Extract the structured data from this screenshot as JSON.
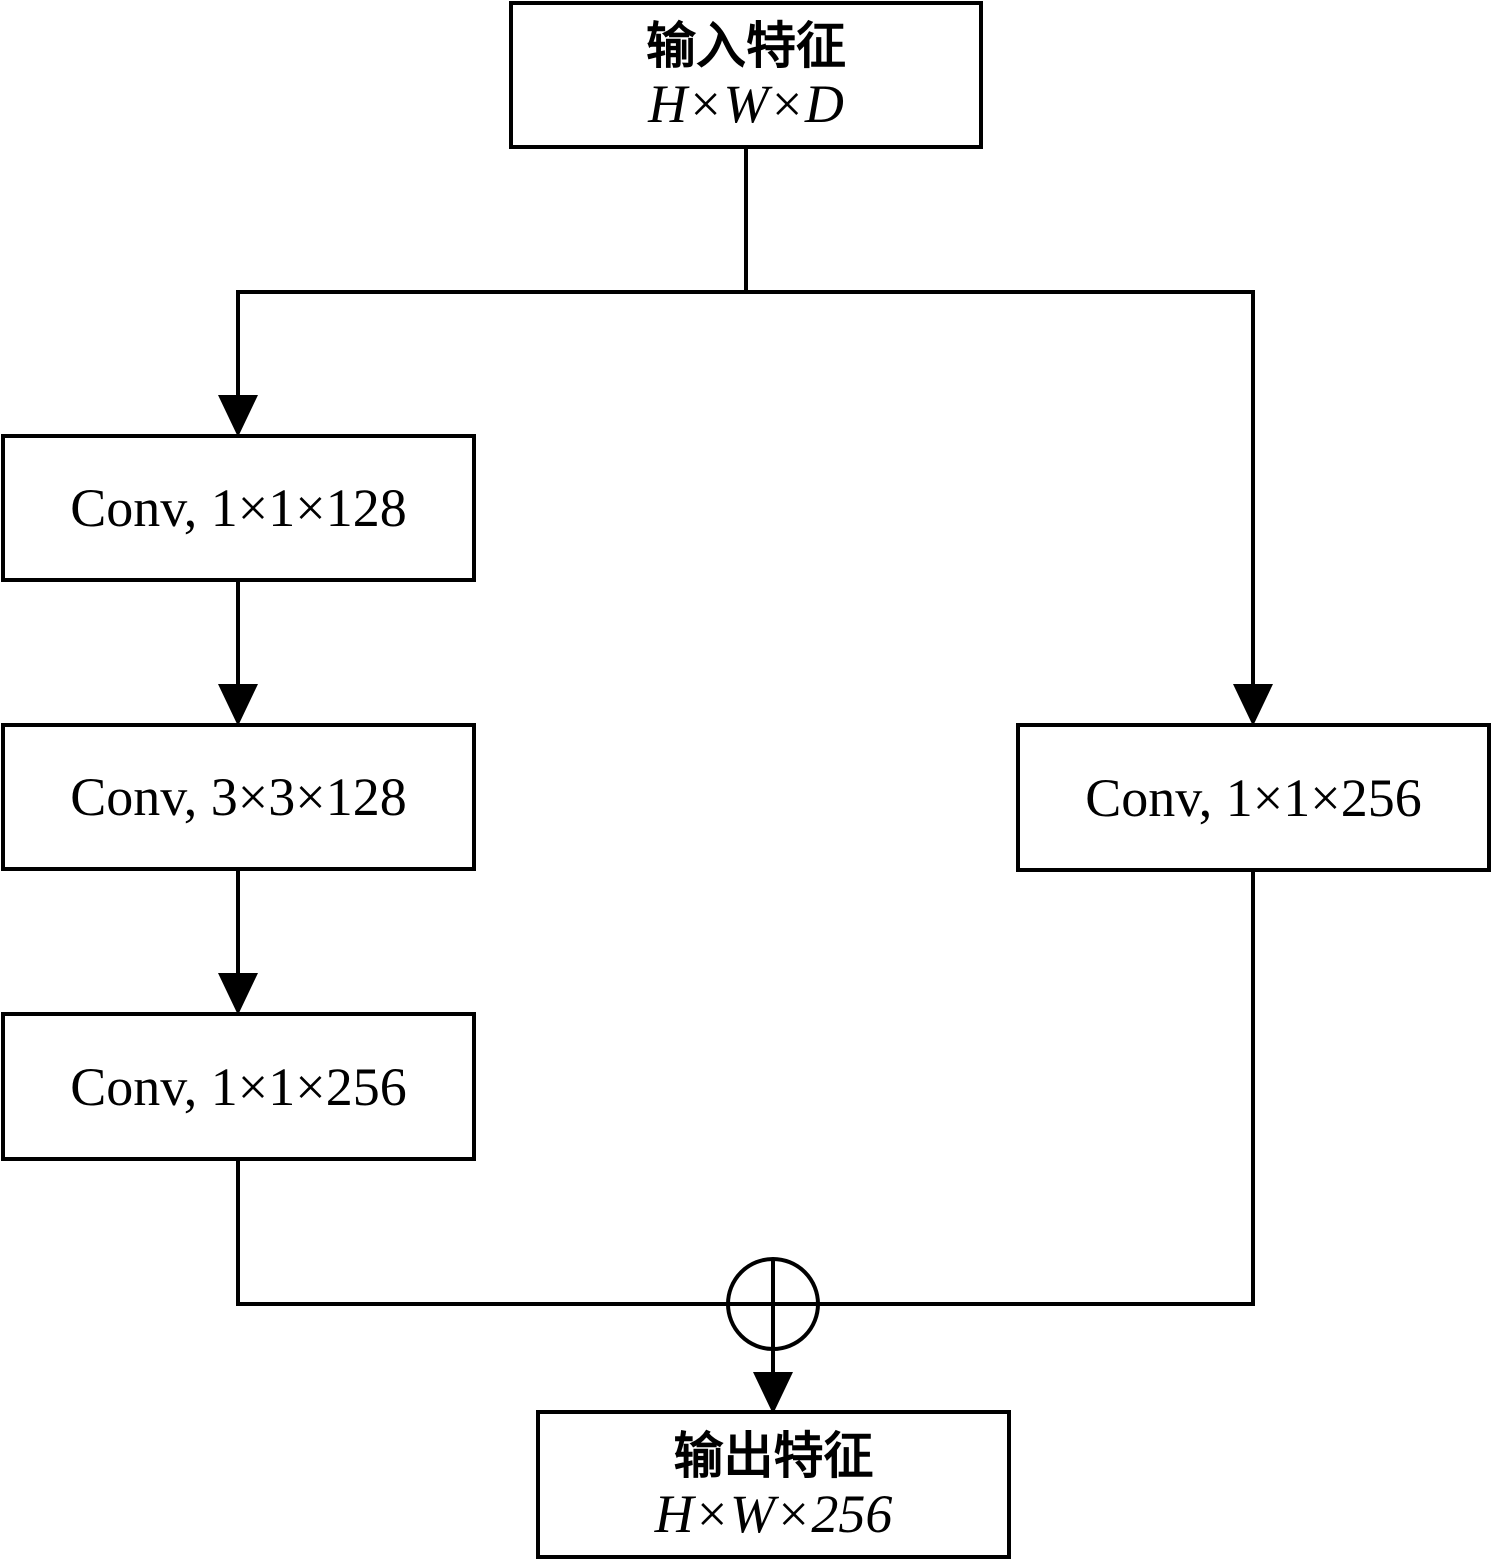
{
  "input_box": {
    "title": "输入特征",
    "dims": "H×W×D"
  },
  "left_branch": [
    {
      "label": "Conv, 1×1×128"
    },
    {
      "label": "Conv, 3×3×128"
    },
    {
      "label": "Conv, 1×1×256"
    }
  ],
  "right_branch": [
    {
      "label": "Conv, 1×1×256"
    }
  ],
  "merge": {
    "operation": "element-wise addition",
    "symbol": "circled-plus"
  },
  "output_box": {
    "title": "输出特征",
    "dims": "H×W×256"
  },
  "colors": {
    "line": "#000000",
    "background": "#ffffff"
  }
}
